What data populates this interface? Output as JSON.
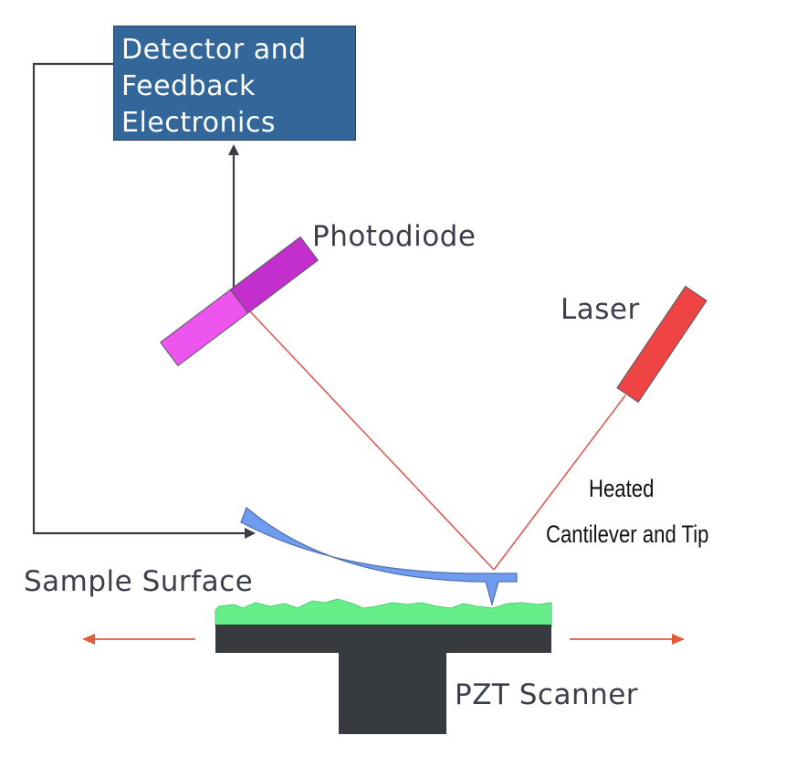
{
  "detector": {
    "lines": [
      "Detector and",
      "Feedback",
      "Electronics"
    ],
    "fill": "#336699"
  },
  "labels": {
    "photodiode": "Photodiode",
    "laser": "Laser",
    "cantilever_line1": "Heated",
    "cantilever_line2": "Cantilever and Tip",
    "sample_surface": "Sample Surface",
    "pzt_scanner": "PZT Scanner"
  },
  "colors": {
    "photodiode_light": "#ee55ee",
    "photodiode_dark": "#c22fcc",
    "laser": "#ee4444",
    "laser_beam": "#e05a55",
    "cantilever": "#6f9cf0",
    "sample_surface": "#66ee88",
    "scanner": "#373b40",
    "scan_arrow": "#e05a3c",
    "feedback_line": "#3a3d44"
  }
}
